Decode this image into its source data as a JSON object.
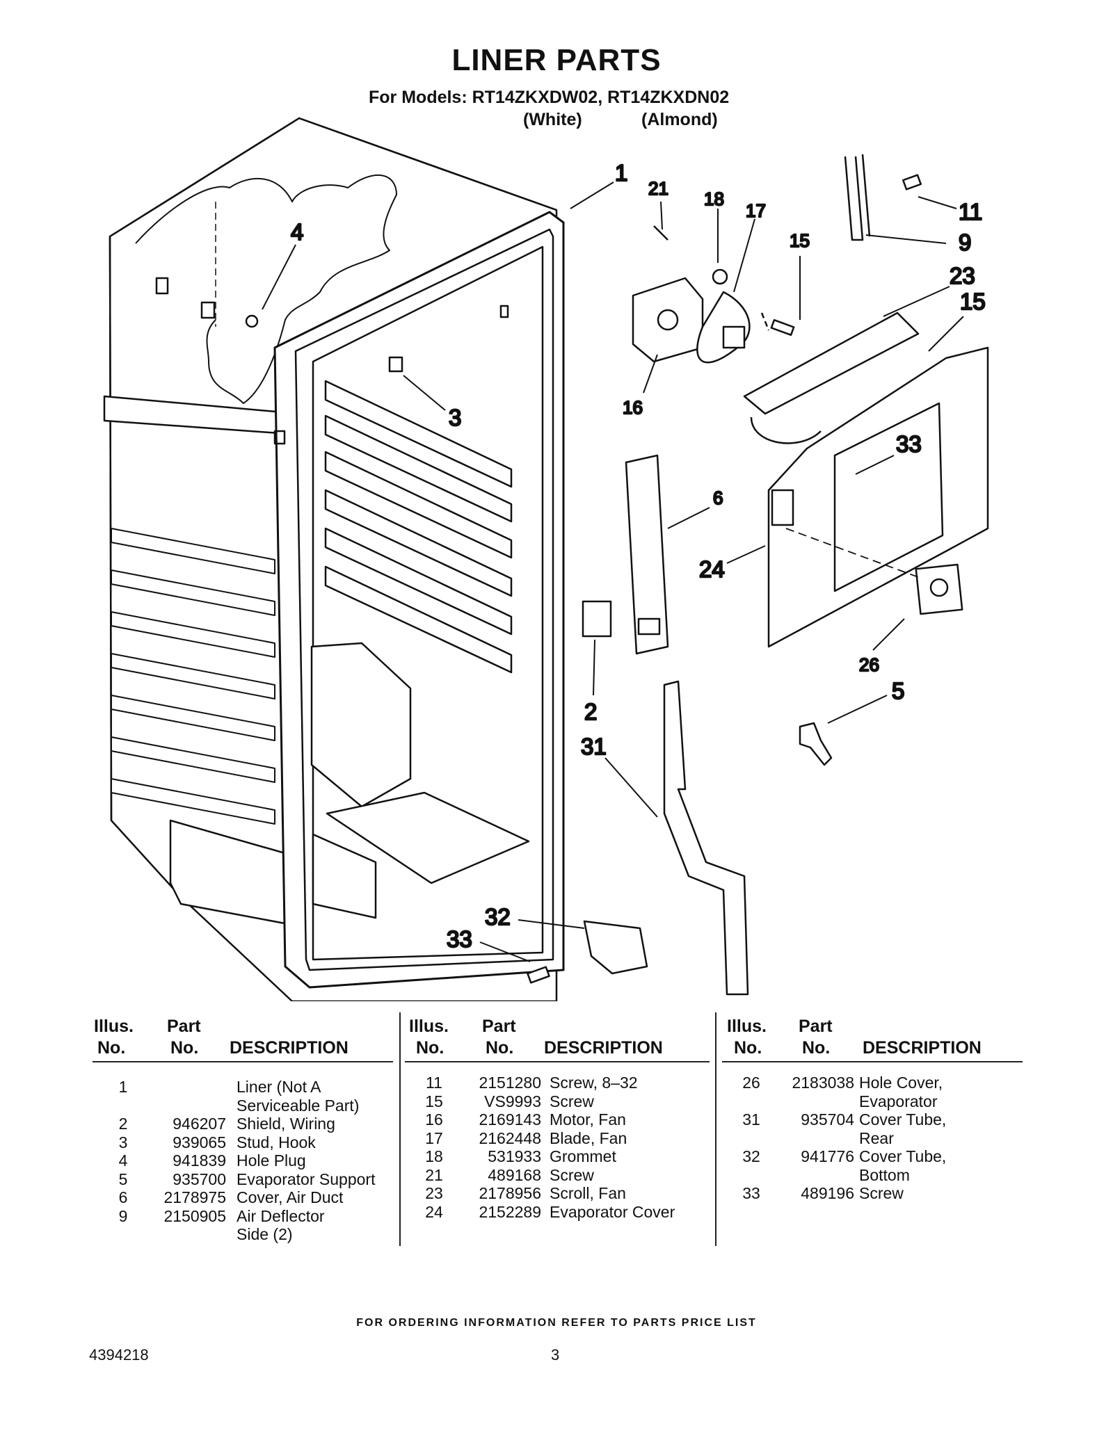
{
  "header": {
    "title": "LINER PARTS",
    "models_line": "For Models: RT14ZKXDW02, RT14ZKXDN02",
    "color_white": "(White)",
    "color_almond": "(Almond)"
  },
  "callouts": [
    "1",
    "4",
    "3",
    "21",
    "18",
    "17",
    "15",
    "16",
    "11",
    "9",
    "23",
    "15",
    "33",
    "6",
    "24",
    "26",
    "5",
    "2",
    "31",
    "32",
    "33"
  ],
  "table_headers": {
    "illus1": "Illus.",
    "illus2": "No.",
    "part1": "Part",
    "part2": "No.",
    "desc": "DESCRIPTION"
  },
  "parts_col1": [
    {
      "illus": "1",
      "part": "",
      "desc": [
        "Liner (Not A",
        "Serviceable Part)"
      ]
    },
    {
      "illus": "2",
      "part": "946207",
      "desc": [
        "Shield, Wiring"
      ]
    },
    {
      "illus": "3",
      "part": "939065",
      "desc": [
        "Stud, Hook"
      ]
    },
    {
      "illus": "4",
      "part": "941839",
      "desc": [
        "Hole Plug"
      ]
    },
    {
      "illus": "5",
      "part": "935700",
      "desc": [
        "Evaporator Support"
      ]
    },
    {
      "illus": "6",
      "part": "2178975",
      "desc": [
        "Cover, Air Duct"
      ]
    },
    {
      "illus": "9",
      "part": "2150905",
      "desc": [
        "Air Deflector",
        "Side (2)"
      ]
    }
  ],
  "parts_col2": [
    {
      "illus": "11",
      "part": "2151280",
      "desc": [
        "Screw, 8–32"
      ]
    },
    {
      "illus": "15",
      "part": "VS9993",
      "desc": [
        "Screw"
      ]
    },
    {
      "illus": "16",
      "part": "2169143",
      "desc": [
        "Motor, Fan"
      ]
    },
    {
      "illus": "17",
      "part": "2162448",
      "desc": [
        "Blade, Fan"
      ]
    },
    {
      "illus": "18",
      "part": "531933",
      "desc": [
        "Grommet"
      ]
    },
    {
      "illus": "21",
      "part": "489168",
      "desc": [
        "Screw"
      ]
    },
    {
      "illus": "23",
      "part": "2178956",
      "desc": [
        "Scroll, Fan"
      ]
    },
    {
      "illus": "24",
      "part": "2152289",
      "desc": [
        "Evaporator Cover"
      ]
    }
  ],
  "parts_col3": [
    {
      "illus": "26",
      "part": "2183038",
      "desc": [
        "Hole Cover,",
        "Evaporator"
      ]
    },
    {
      "illus": "31",
      "part": "935704",
      "desc": [
        "Cover Tube,",
        "Rear"
      ]
    },
    {
      "illus": "32",
      "part": "941776",
      "desc": [
        "Cover Tube,",
        "Bottom"
      ]
    },
    {
      "illus": "33",
      "part": "489196",
      "desc": [
        "Screw"
      ]
    }
  ],
  "footer": {
    "ordering": "FOR ORDERING INFORMATION REFER TO PARTS PRICE LIST",
    "doc_number": "4394218",
    "page_number": "3"
  }
}
